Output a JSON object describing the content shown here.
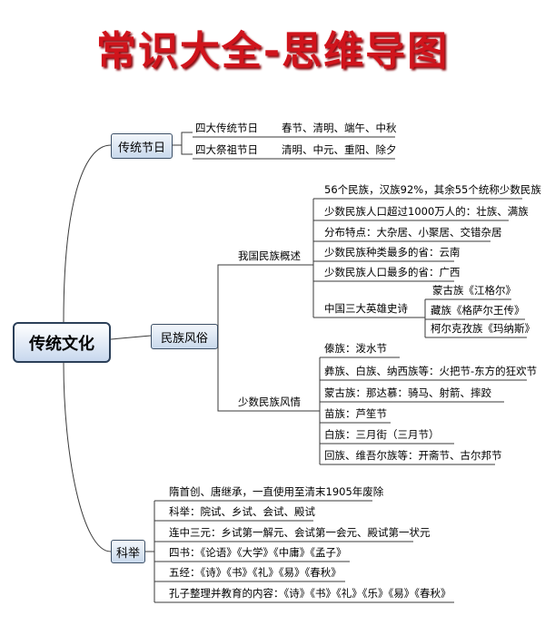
{
  "title": "常识大全-思维导图",
  "root": "传统文化",
  "festivals": {
    "label": "传统节日",
    "items": [
      {
        "name": "四大传统节日",
        "value": "春节、清明、端午、中秋"
      },
      {
        "name": "四大祭祖节日",
        "value": "清明、中元、重阳、除夕"
      }
    ]
  },
  "customs": {
    "label": "民族风俗",
    "overview": {
      "label": "我国民族概述",
      "items": [
        "56个民族，汉族92%，其余55个统称少数民族",
        "少数民族人口超过1000万人的：壮族、满族",
        "分布特点：大杂居、小聚居、交错杂居",
        "少数民族种类最多的省：云南",
        "少数民族人口最多的省：广西"
      ],
      "epics": {
        "label": "中国三大英雄史诗",
        "items": [
          "蒙古族《江格尔》",
          "藏族《格萨尔王传》",
          "柯尔克孜族《玛纳斯》"
        ]
      }
    },
    "minority": {
      "label": "少数民族风情",
      "items": [
        "傣族：泼水节",
        "彝族、白族、纳西族等：火把节-东方的狂欢节",
        "蒙古族：那达慕：骑马、射箭、摔跤",
        "苗族：芦笙节",
        "白族：三月街（三月节）",
        "回族、维吾尔族等：开斋节、古尔邦节"
      ]
    }
  },
  "exam": {
    "label": "科举",
    "items": [
      "隋首创、唐继承，一直使用至清末1905年废除",
      "科举：院试、乡试、会试、殿试",
      "连中三元：乡试第一解元、会试第一会元、殿试第一状元",
      "四书：《论语》《大学》《中庸》《孟子》",
      "五经：《诗》《书》《礼》《易》《春秋》",
      "孔子整理并教育的内容：《诗》《书》《礼》《乐》《易》《春秋》"
    ]
  },
  "colors": {
    "title": "#d0141c",
    "line": "#3a3a3a",
    "box_border": "#3c4f66"
  }
}
